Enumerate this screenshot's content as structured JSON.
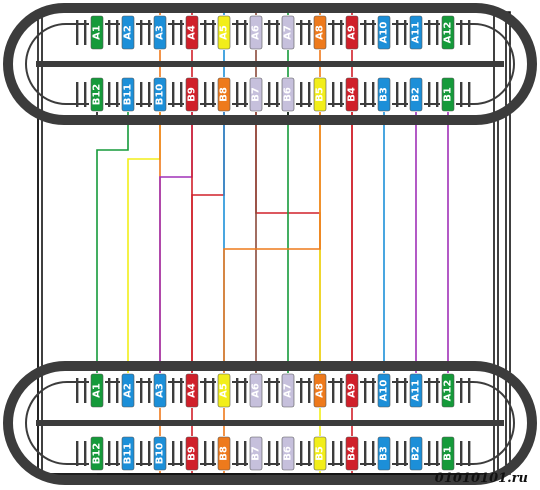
{
  "watermark": "01010101.ru",
  "colors": {
    "frame": "#3c3c3c",
    "green": "#159a3a",
    "blue": "#1c8fd8",
    "red": "#d0202a",
    "yellow": "#f2ee1a",
    "orange": "#ee7a1c",
    "lavender": "#c6c0dc",
    "purple": "#a030b8",
    "brown": "#8a4a3a",
    "black": "#111111"
  },
  "connector_top": {
    "row_a": [
      {
        "label": "A1",
        "color": "green"
      },
      {
        "label": "A2",
        "color": "blue"
      },
      {
        "label": "A3",
        "color": "blue"
      },
      {
        "label": "A4",
        "color": "red"
      },
      {
        "label": "A5",
        "color": "yellow"
      },
      {
        "label": "A6",
        "color": "lavender"
      },
      {
        "label": "A7",
        "color": "lavender"
      },
      {
        "label": "A8",
        "color": "orange"
      },
      {
        "label": "A9",
        "color": "red"
      },
      {
        "label": "A10",
        "color": "blue"
      },
      {
        "label": "A11",
        "color": "blue"
      },
      {
        "label": "A12",
        "color": "green"
      }
    ],
    "row_b": [
      {
        "label": "B12",
        "color": "green"
      },
      {
        "label": "B11",
        "color": "blue"
      },
      {
        "label": "B10",
        "color": "blue"
      },
      {
        "label": "B9",
        "color": "red"
      },
      {
        "label": "B8",
        "color": "orange"
      },
      {
        "label": "B7",
        "color": "lavender"
      },
      {
        "label": "B6",
        "color": "lavender"
      },
      {
        "label": "B5",
        "color": "yellow"
      },
      {
        "label": "B4",
        "color": "red"
      },
      {
        "label": "B3",
        "color": "blue"
      },
      {
        "label": "B2",
        "color": "blue"
      },
      {
        "label": "B1",
        "color": "green"
      }
    ]
  },
  "connector_bottom": {
    "row_a": [
      {
        "label": "A1",
        "color": "green"
      },
      {
        "label": "A2",
        "color": "blue"
      },
      {
        "label": "A3",
        "color": "blue"
      },
      {
        "label": "A4",
        "color": "red"
      },
      {
        "label": "A5",
        "color": "yellow"
      },
      {
        "label": "A6",
        "color": "lavender"
      },
      {
        "label": "A7",
        "color": "lavender"
      },
      {
        "label": "A8",
        "color": "orange"
      },
      {
        "label": "A9",
        "color": "red"
      },
      {
        "label": "A10",
        "color": "blue"
      },
      {
        "label": "A11",
        "color": "blue"
      },
      {
        "label": "A12",
        "color": "green"
      }
    ],
    "row_b": [
      {
        "label": "B12",
        "color": "green"
      },
      {
        "label": "B11",
        "color": "blue"
      },
      {
        "label": "B10",
        "color": "blue"
      },
      {
        "label": "B9",
        "color": "red"
      },
      {
        "label": "B8",
        "color": "orange"
      },
      {
        "label": "B7",
        "color": "lavender"
      },
      {
        "label": "B6",
        "color": "lavender"
      },
      {
        "label": "B5",
        "color": "yellow"
      },
      {
        "label": "B4",
        "color": "red"
      },
      {
        "label": "B3",
        "color": "blue"
      },
      {
        "label": "B2",
        "color": "blue"
      },
      {
        "label": "B1",
        "color": "green"
      }
    ]
  },
  "wires": [
    {
      "from": "top.B11",
      "to": "bottom.A1",
      "color": "green"
    },
    {
      "from": "top.B10",
      "to": "bottom.A2",
      "color": "yellow"
    },
    {
      "from": "top.A3",
      "to": "bottom.B10",
      "color": "orange"
    },
    {
      "from": "top.B9",
      "to": "bottom.A3",
      "color": "purple"
    },
    {
      "from": "top.A4",
      "to": "bottom.B9",
      "color": "red"
    },
    {
      "from": "top.B8",
      "to": "bottom.A4",
      "color": "red"
    },
    {
      "from": "top.A5",
      "to": "bottom.A5",
      "color": "blue"
    },
    {
      "from": "top.B7",
      "to": "bottom.A8",
      "color": "red"
    },
    {
      "from": "top.A6",
      "to": "bottom.A6",
      "color": "brown"
    },
    {
      "from": "top.A7",
      "to": "bottom.A7",
      "color": "green"
    },
    {
      "from": "top.B5",
      "to": "bottom.B5",
      "color": "yellow"
    },
    {
      "from": "top.A8",
      "to": "bottom.B8",
      "color": "orange"
    },
    {
      "from": "top.A9",
      "to": "bottom.B4",
      "color": "red"
    },
    {
      "from": "top.B4",
      "to": "bottom.A9",
      "color": "red"
    },
    {
      "from": "top.B3",
      "to": "bottom.A10",
      "color": "blue"
    },
    {
      "from": "top.B2",
      "to": "bottom.A11",
      "color": "purple"
    },
    {
      "from": "top.B1",
      "to": "bottom.A12",
      "color": "purple"
    },
    {
      "from": "top.A1",
      "to": "bottom.B1",
      "color": "black"
    },
    {
      "from": "top.A2",
      "to": "bottom.B2",
      "color": "black"
    },
    {
      "from": "top.A10",
      "to": "bottom.B3",
      "color": "black"
    },
    {
      "from": "top.A11",
      "to": "bottom.B11",
      "color": "black"
    },
    {
      "from": "top.A12",
      "to": "bottom.B12",
      "color": "black"
    },
    {
      "from": "top.B12",
      "to": "bottom.B7",
      "color": "black"
    },
    {
      "from": "top.B6",
      "to": "bottom.B6",
      "color": "black"
    }
  ]
}
